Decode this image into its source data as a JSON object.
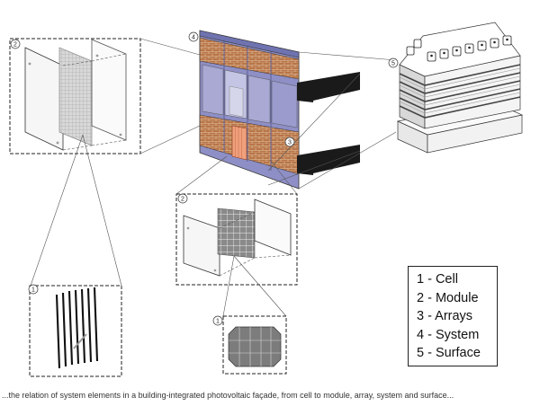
{
  "legend": {
    "items": [
      "1 - Cell",
      "2 - Module",
      "3 - Arrays",
      "4 - System",
      "5 - Surface"
    ]
  },
  "callouts": {
    "module_top": "2",
    "module_mid": "2",
    "cell_left": "1",
    "cell_bottom": "1",
    "system": "4",
    "arrays": "3",
    "surface": "5"
  },
  "caption": "...the relation of system elements in a building-integrated photovoltaic façade, from cell to module, array, system and surface...",
  "colors": {
    "brick": "#b87548",
    "glass_panel": "#a9a9d4",
    "frame": "#6f73b0",
    "dark_bracket": "#1a1a1a",
    "cell_fill": "#7c7c7c",
    "highlight_orange": "#efa07c"
  }
}
